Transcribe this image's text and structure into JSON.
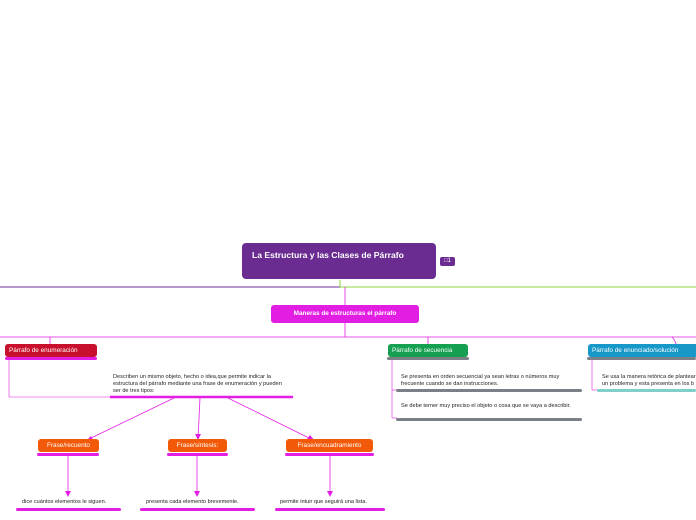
{
  "root": {
    "title": "La Estructura y las Clases de Párrafo",
    "badge": "1"
  },
  "hub": {
    "label": "Maneras de estructuras el párrafo"
  },
  "branches": {
    "enumeracion": {
      "label": "Párrafo de enumeración",
      "description": "Describen un mismo objeto, hecho o idea,que permite indicar la estructura del párrafo mediante una frase de enumeración y pueden ser de tres tipos:",
      "children": [
        {
          "label": "Frase/recuento",
          "detail": "dice cuántos elementos le siguen."
        },
        {
          "label": "Frase/síntesis:",
          "detail": "presenta cada elemento brevemente."
        },
        {
          "label": "Frase/encuadramiento",
          "detail": "permite intuir que seguirá una lista."
        }
      ]
    },
    "secuencia": {
      "label": "Párrafo de secuencia",
      "details": [
        "Se presenta en orden secuencial ya sean letras o números muy frecuente cuando se dan instrucciones.",
        "Se debe terner muy preciso el objeto o cosa que se vaya a describir."
      ]
    },
    "enunciado": {
      "label": "Párrafo de enunciado/solución",
      "detail": "Se usa la manera retórica de plantear un problema y esta presenta en los b"
    }
  },
  "colors": {
    "root": "#6a2c91",
    "hub": "#e31ee3",
    "enumeracion": "#c8102e",
    "secuencia": "#14a050",
    "enunciado": "#1798c8",
    "frase": "#f25a0a",
    "link_magenta": "#e31ee3",
    "link_green": "#8ed53c",
    "underline_gray": "#7b8088",
    "underline_teal": "#7fd0c8"
  }
}
